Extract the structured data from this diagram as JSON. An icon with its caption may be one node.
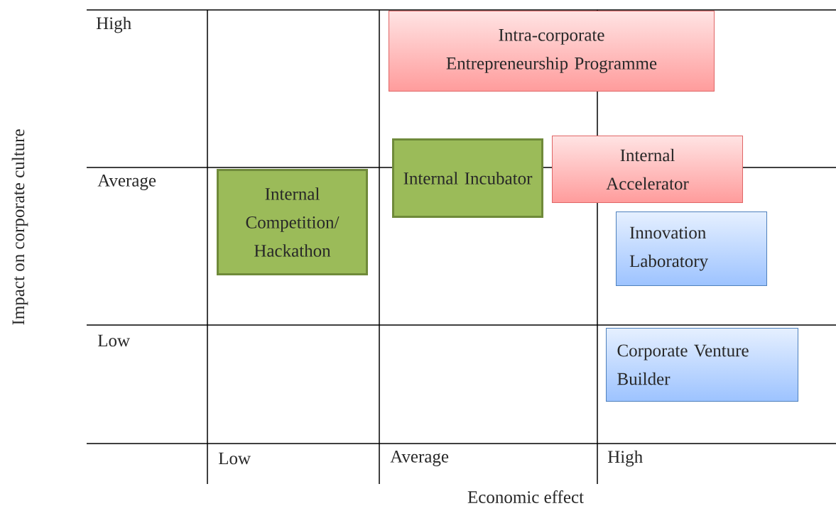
{
  "diagram": {
    "nodes": [
      {
        "text": [
          "Intra-corporate Entrepreneurship Programme"
        ]
      },
      {
        "text": [
          "Internal Accelerator"
        ]
      },
      {
        "text": [
          "Internal Incubator"
        ]
      },
      {
        "text": [
          "Internal Competition/ Hackathon"
        ]
      },
      {
        "text": [
          "Innovation Laboratory"
        ]
      },
      {
        "text": [
          "Corporate Venture Builder"
        ]
      }
    ],
    "edges": [],
    "labels": [
      "High",
      "Average",
      "Low",
      "Impact on corporate culture",
      "Low",
      "Average",
      "High",
      "Economic effect"
    ]
  }
}
